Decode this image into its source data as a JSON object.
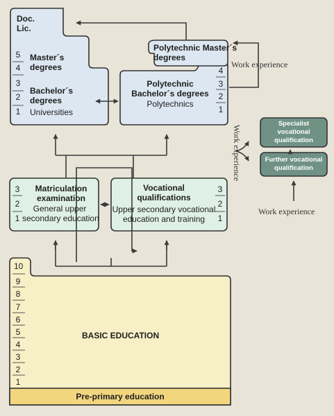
{
  "colors": {
    "background": "#e8e4d8",
    "higher_education_box": "#dde7f1",
    "upper_secondary_box": "#dff0e6",
    "vocational_side_box": "#6f9285",
    "basic_education_box": "#f7efc6",
    "pre_primary_bar": "#f2d67e",
    "outline": "#333333"
  },
  "universities": {
    "doctoral_label": "Doc.\nLic.",
    "masters_label": "Master´s\ndegrees",
    "bachelors_label": "Bachelor´s\ndegrees",
    "institution": "Universities",
    "years": [
      "5",
      "4",
      "3",
      "2",
      "1"
    ]
  },
  "polytechnics": {
    "masters_label": "Polytechnic Master´s\ndegrees",
    "bachelors_label": "Polytechnic\nBachelor´s degrees",
    "institution": "Polytechnics",
    "years": [
      "4",
      "3",
      "2",
      "1"
    ]
  },
  "work_experience_labels": {
    "to_polytechnic_masters": "Work experience",
    "vertical": "Work experience",
    "to_further_qualifications": "Work experience"
  },
  "vocational_further": {
    "specialist": "Specialist\nvocational\nqualification",
    "further": "Further vocational\nqualification"
  },
  "upper_secondary": {
    "general_title": "Matriculation\nexamination",
    "general_subtitle": "General upper\nsecondary education",
    "general_years": [
      "3",
      "2",
      "1"
    ],
    "vocational_title": "Vocational\nqualifications",
    "vocational_subtitle": "Upper secondary vocational\neducation and training",
    "vocational_years": [
      "3",
      "2",
      "1"
    ]
  },
  "basic_education": {
    "label": "BASIC EDUCATION",
    "grades": [
      "10",
      "9",
      "8",
      "7",
      "6",
      "5",
      "4",
      "3",
      "2",
      "1"
    ]
  },
  "pre_primary": {
    "label": "Pre-primary education"
  }
}
